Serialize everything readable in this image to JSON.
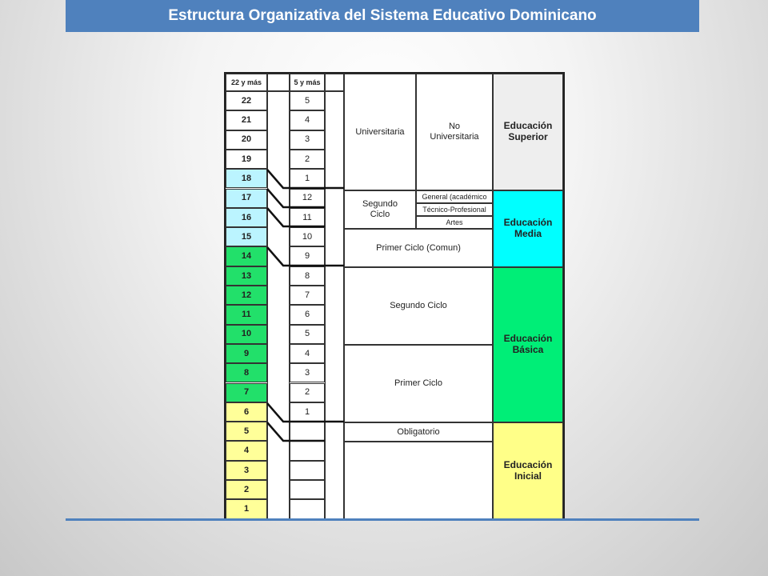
{
  "title": "Estructura Organizativa del Sistema Educativo Dominicano",
  "colors": {
    "title_bar": "#4f81bd",
    "superior": "#eeeeee",
    "media": "#00ffff",
    "basica": "#00ee77",
    "inicial": "#ffff88",
    "age_media": "#bbf4ff",
    "age_basica": "#22e06a",
    "age_inicial": "#ffff99",
    "age_superior": "#ffffff"
  },
  "headers": {
    "age": "22 y más",
    "grade": "5 y más"
  },
  "ages": [
    "22",
    "21",
    "20",
    "19",
    "18",
    "17",
    "16",
    "15",
    "14",
    "13",
    "12",
    "11",
    "10",
    "9",
    "8",
    "7",
    "6",
    "5",
    "4",
    "3",
    "2",
    "1"
  ],
  "grades": [
    "5",
    "4",
    "3",
    "2",
    "1",
    "12",
    "11",
    "10",
    "9",
    "8",
    "7",
    "6",
    "5",
    "4",
    "3",
    "2",
    "1",
    "",
    "",
    "",
    "",
    ""
  ],
  "levels": {
    "universitaria": "Universitaria",
    "no_universitaria": "No Universitaria",
    "segundo_ciclo_media": "Segundo Ciclo",
    "general": "General (académico",
    "tecnico": "Técnico-Profesional",
    "artes": "Artes",
    "primer_ciclo_media": "Primer Ciclo (Comun)",
    "segundo_ciclo_basica": "Segundo Ciclo",
    "primer_ciclo_basica": "Primer Ciclo",
    "obligatorio": "Obligatorio"
  },
  "stages": {
    "superior": "Educación Superior",
    "media": "Educación Media",
    "basica": "Educación Básica",
    "inicial": "Educación Inicial"
  }
}
